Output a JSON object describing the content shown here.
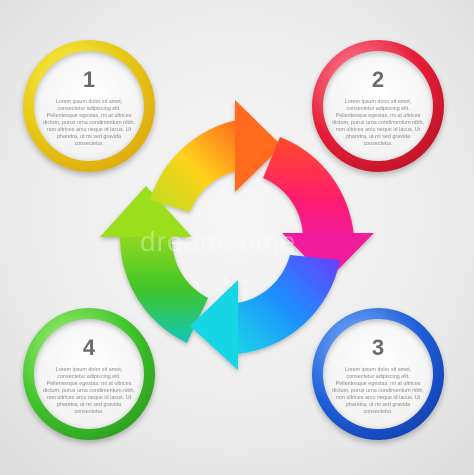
{
  "steps": [
    {
      "number": "1",
      "text": "Lorem ipsum dolor sit amet, consectetur adipiscing elit. Pellentesque egestas, mi at ultrices dictum, purus urna condimentum nibh, non ultrices arcu neque id lacus. Ut pharetra, ut mi sed gravida consectetur."
    },
    {
      "number": "2",
      "text": "Lorem ipsum dolor sit amet, consectetur adipiscing elit. Pellentesque egestas, mi at ultrices dictum, purus urna condimentum nibh, non ultrices arcu neque id lacus. Ut pharetra, ut mi sed gravida consectetur."
    },
    {
      "number": "3",
      "text": "Lorem ipsum dolor sit amet, consectetur adipiscing elit. Pellentesque egestas, mi at ultrices dictum, purus urna condimentum nibh, non ultrices arcu neque id lacus. Ut pharetra, ut mi sed gravida consectetur."
    },
    {
      "number": "4",
      "text": "Lorem ipsum dolor sit amet, consectetur adipiscing elit. Pellentesque egestas, mi at ultrices dictum, purus urna condimentum nibh, non ultrices arcu neque id lacus. Ut pharetra, ut mi sed gravida consectetur."
    }
  ],
  "watermark": "dreamstime",
  "colors": {
    "yellow": "#e8c916",
    "red": "#e51d36",
    "blue": "#1f5fd9",
    "green": "#3fc52a"
  }
}
